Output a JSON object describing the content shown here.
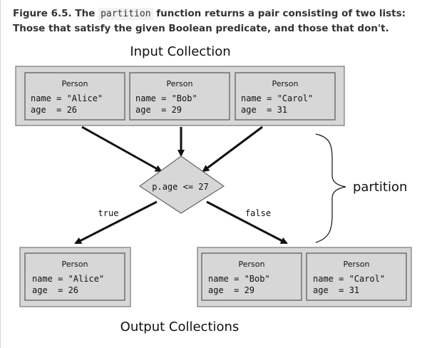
{
  "caption": {
    "figure_label": "Figure 6.5.",
    "text_before": "The",
    "code_word": "partition",
    "text_after": "function returns a pair consisting of two lists: Those that satisfy the given Boolean predicate, and those that don't."
  },
  "input_heading": "Input Collection",
  "output_heading": "Output Collections",
  "predicate": "p.age <= 27",
  "true_label": "true",
  "false_label": "false",
  "brace_label": "partition",
  "inputs": [
    {
      "type": "Person",
      "line1": "name = \"Alice\"",
      "line2": "age  = 26"
    },
    {
      "type": "Person",
      "line1": "name = \"Bob\"",
      "line2": "age  = 29"
    },
    {
      "type": "Person",
      "line1": "name = \"Carol\"",
      "line2": "age  = 31"
    }
  ],
  "output_true": [
    {
      "type": "Person",
      "line1": "name = \"Alice\"",
      "line2": "age  = 26"
    }
  ],
  "output_false": [
    {
      "type": "Person",
      "line1": "name = \"Bob\"",
      "line2": "age  = 29"
    },
    {
      "type": "Person",
      "line1": "name = \"Carol\"",
      "line2": "age  = 31"
    }
  ]
}
